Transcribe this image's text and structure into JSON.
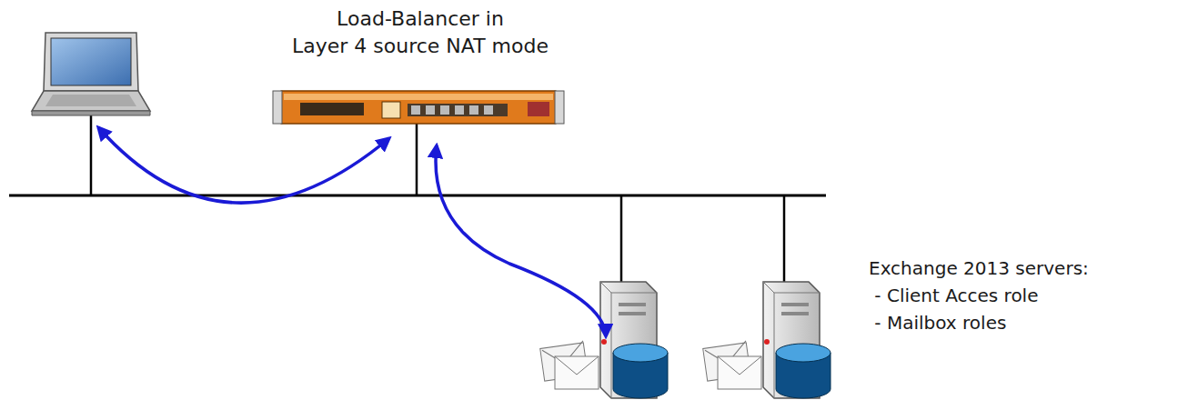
{
  "diagram": {
    "labels": [
      "Load-Balancer in",
      "Layer 4 source NAT mode",
      "Exchange 2013 servers:",
      " - Client Acces role",
      " - Mailbox roles"
    ]
  }
}
